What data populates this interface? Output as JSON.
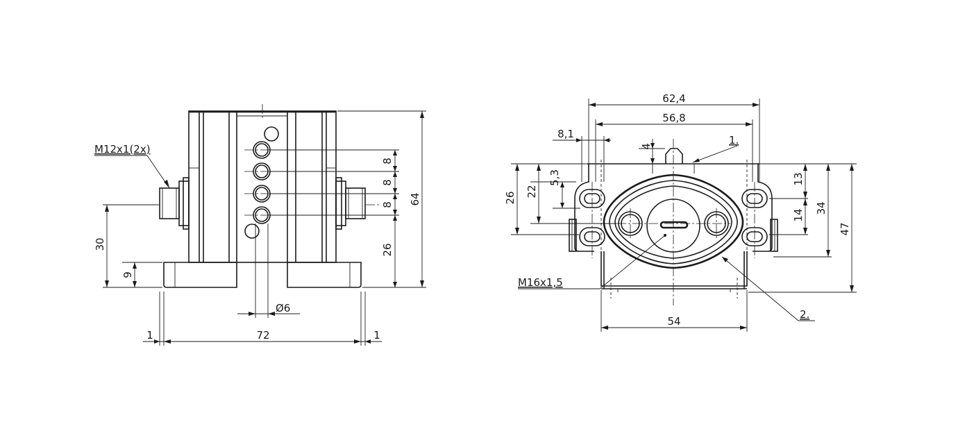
{
  "front_view": {
    "thread_label": "M12x1(2x)",
    "dim_height_total": "64",
    "dim_pitch_1": "8",
    "dim_pitch_2": "8",
    "dim_pitch_3": "8",
    "dim_base_to_hole": "26",
    "dim_port_height": "30",
    "dim_flange_height": "9",
    "dim_hole_diameter": "Ø6",
    "dim_width": "72",
    "dim_offset_left": "1",
    "dim_offset_right": "1"
  },
  "side_view": {
    "dim_outer_width": "62,4",
    "dim_inner_width": "56,8",
    "dim_slot_width": "8,1",
    "dim_nib_height": "4",
    "dim_slot_height": "5,3",
    "dim_height_22": "22",
    "dim_height_26": "26",
    "dim_height_13": "13",
    "dim_height_14": "14",
    "dim_height_34": "34",
    "dim_height_47": "47",
    "dim_base_width": "54",
    "thread_label": "M16x1,5",
    "callout_1": "1.",
    "callout_2": "2."
  }
}
